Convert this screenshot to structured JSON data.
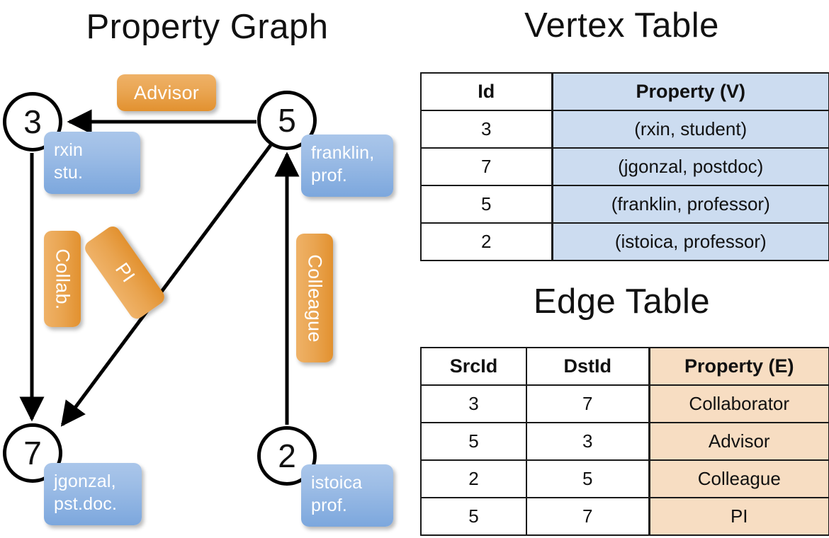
{
  "titles": {
    "property_graph": "Property Graph",
    "vertex_table": "Vertex Table",
    "edge_table": "Edge Table"
  },
  "graph": {
    "nodes": [
      {
        "id": "3",
        "name": "rxin",
        "role": "stu.",
        "property_lines": [
          "rxin",
          "stu."
        ]
      },
      {
        "id": "5",
        "name": "franklin",
        "role": "prof.",
        "property_lines": [
          "franklin,",
          "prof."
        ]
      },
      {
        "id": "7",
        "name": "jgonzal",
        "role": "pst.doc.",
        "property_lines": [
          "jgonzal,",
          "pst.doc."
        ]
      },
      {
        "id": "2",
        "name": "istoica",
        "role": "prof.",
        "property_lines": [
          "istoica",
          "prof."
        ]
      }
    ],
    "edge_labels": [
      {
        "key": "advisor",
        "text": "Advisor"
      },
      {
        "key": "collab",
        "text": "Collab."
      },
      {
        "key": "pi",
        "text": "PI"
      },
      {
        "key": "colleague",
        "text": "Colleague"
      }
    ],
    "edges": [
      {
        "from": "5",
        "to": "3",
        "label": "Advisor"
      },
      {
        "from": "3",
        "to": "7",
        "label": "Collab."
      },
      {
        "from": "5",
        "to": "7",
        "label": "PI"
      },
      {
        "from": "2",
        "to": "5",
        "label": "Colleague"
      }
    ]
  },
  "vertex_table": {
    "headers": [
      "Id",
      "Property (V)"
    ],
    "rows": [
      {
        "id": "3",
        "property": "(rxin, student)"
      },
      {
        "id": "7",
        "property": "(jgonzal, postdoc)"
      },
      {
        "id": "5",
        "property": "(franklin, professor)"
      },
      {
        "id": "2",
        "property": "(istoica, professor)"
      }
    ]
  },
  "edge_table": {
    "headers": [
      "SrcId",
      "DstId",
      "Property (E)"
    ],
    "rows": [
      {
        "src": "3",
        "dst": "7",
        "property": "Collaborator"
      },
      {
        "src": "5",
        "dst": "3",
        "property": "Advisor"
      },
      {
        "src": "2",
        "dst": "5",
        "property": "Colleague"
      },
      {
        "src": "5",
        "dst": "7",
        "property": "PI"
      }
    ]
  },
  "colors": {
    "vertex_property_fill": "#ccdcf0",
    "edge_property_fill": "#f7ddc2",
    "node_box_blue": "#8fb4e3",
    "edge_label_orange": "#e9a450",
    "stroke": "#000000",
    "background": "#ffffff"
  }
}
